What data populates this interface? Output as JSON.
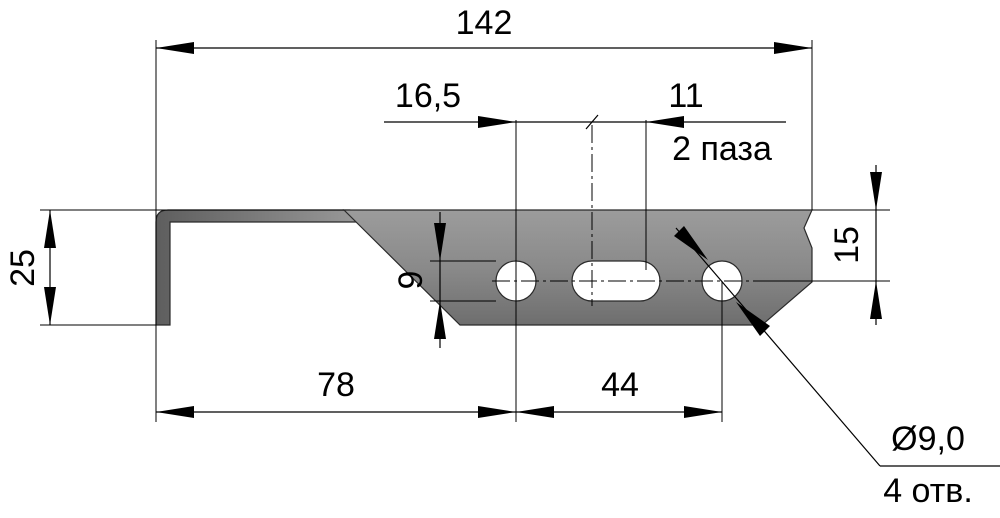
{
  "dimensions": {
    "overall_length": "142",
    "slot_offset": "16,5",
    "slot_length": "11",
    "slot_count_note": "2 паза",
    "height_total": "25",
    "height_plate": "15",
    "hole_row_height": "9",
    "length_to_first_hole": "78",
    "hole_spacing": "44",
    "hole_diameter": "Ø9,0",
    "hole_count_note": "4 отв."
  },
  "colors": {
    "part_fill": "#8a8a8a",
    "part_edge": "#2a2a2a",
    "line": "#000000",
    "background": "#ffffff"
  }
}
